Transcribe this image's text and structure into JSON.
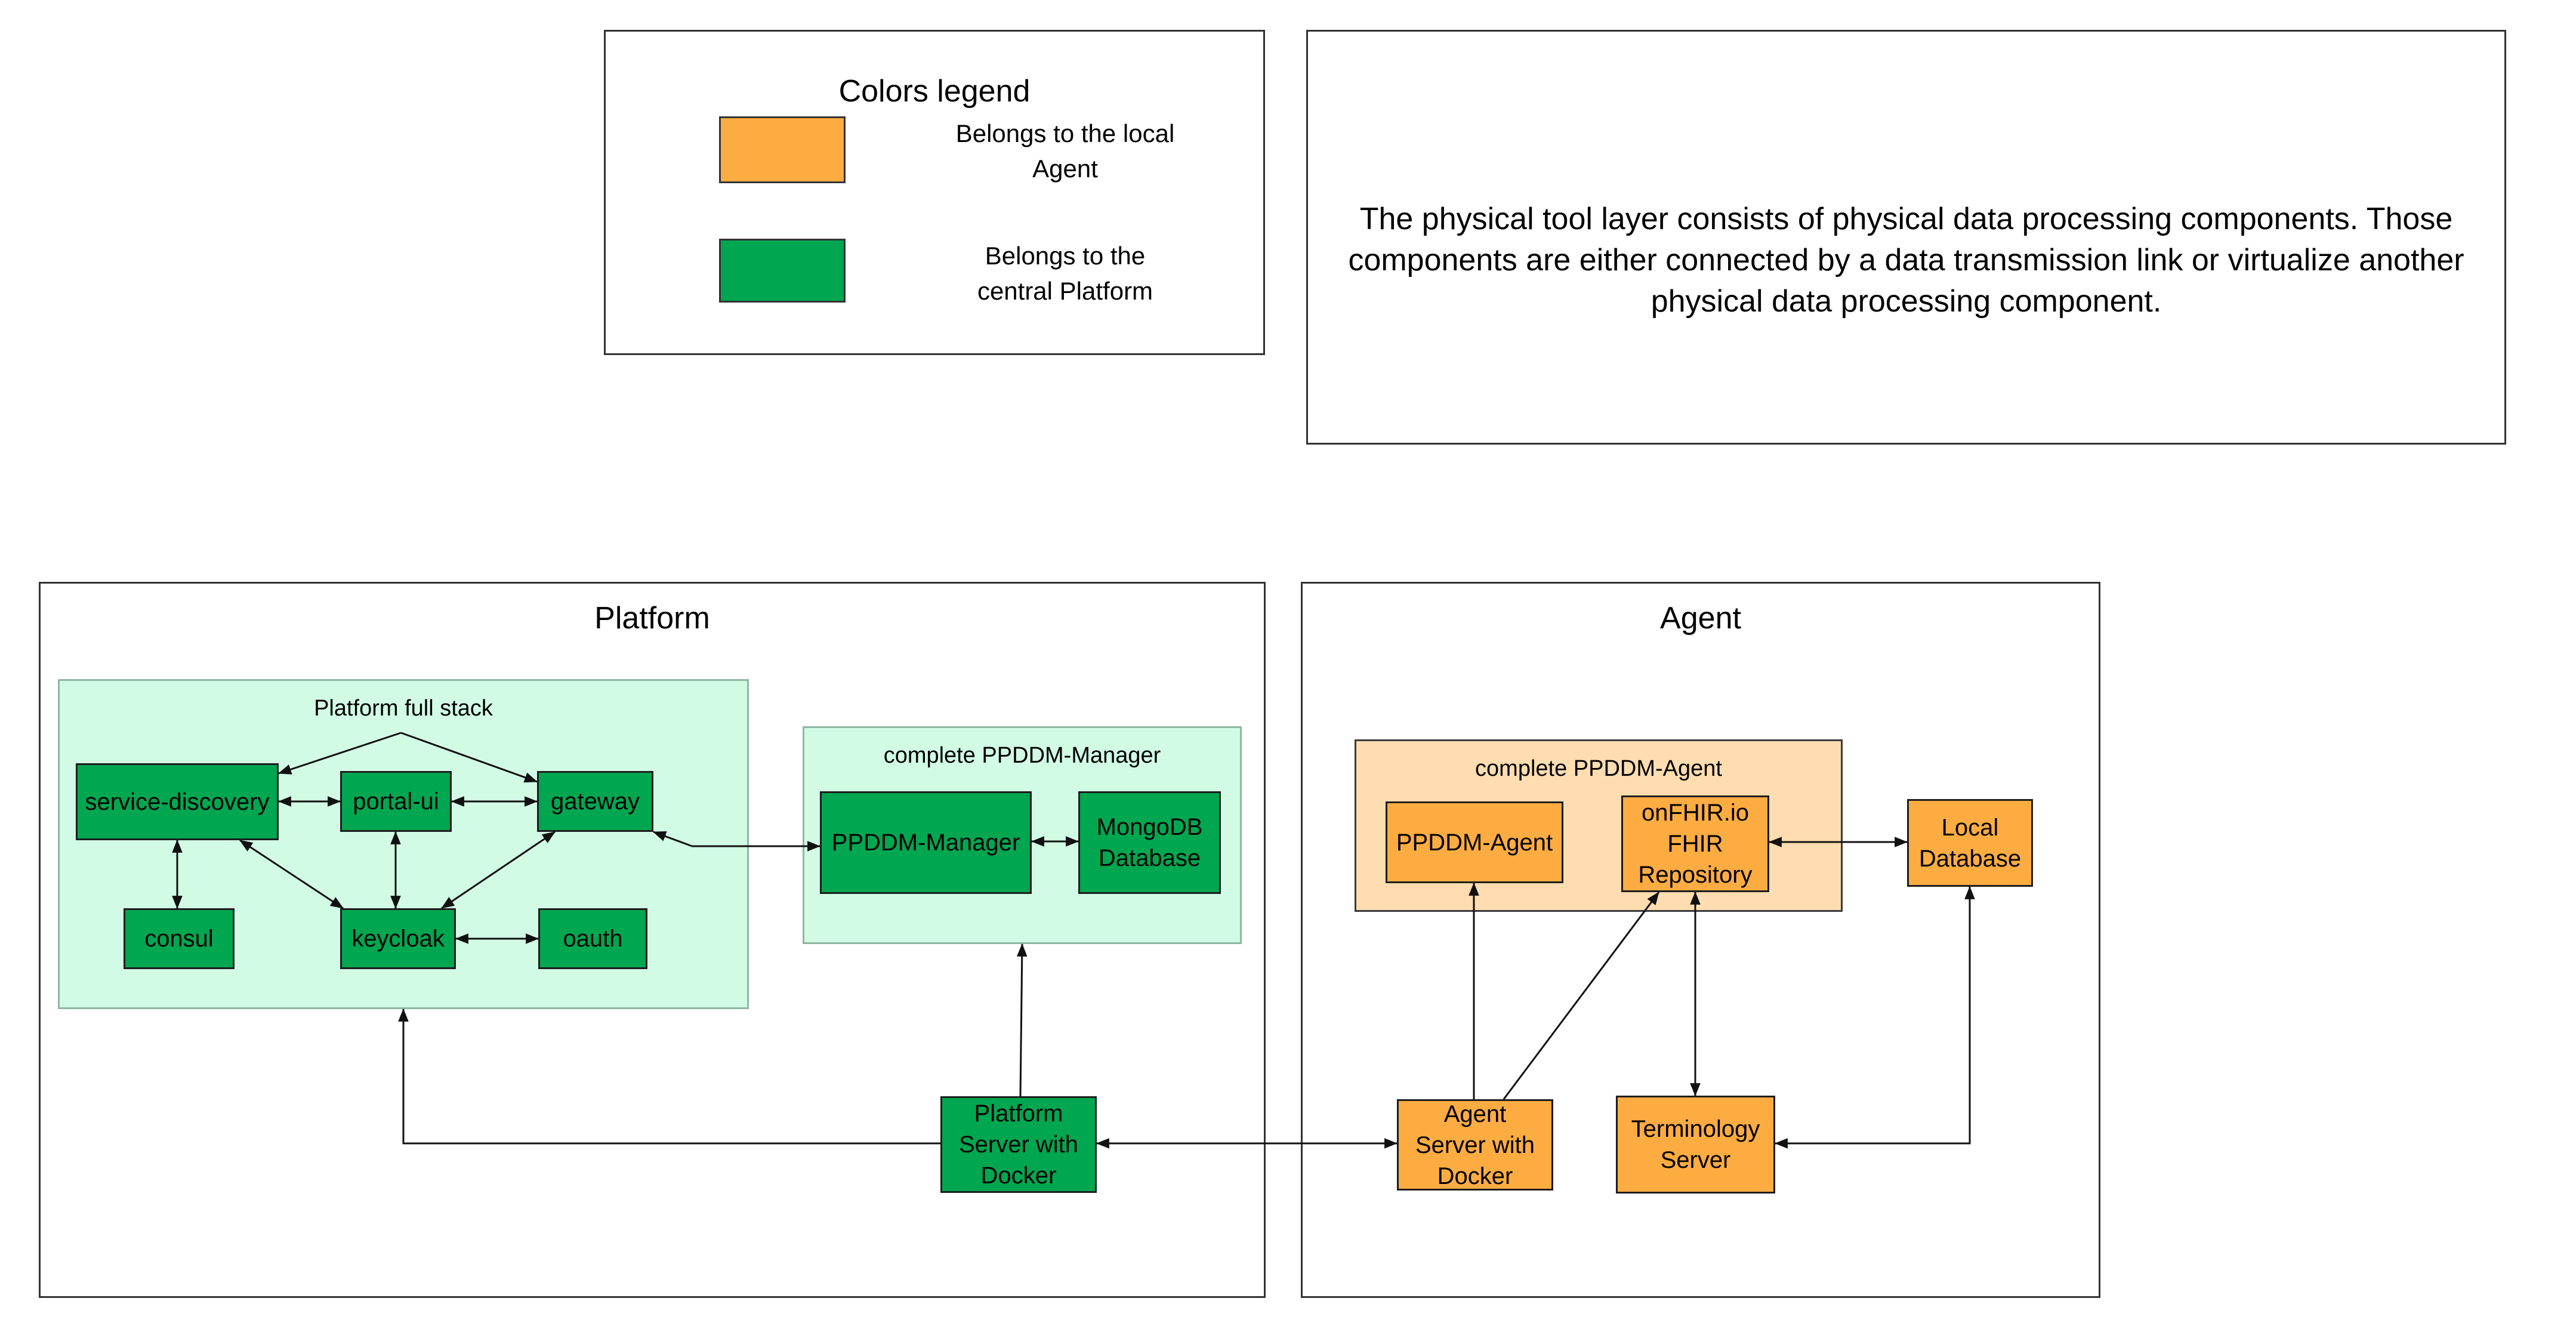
{
  "legend": {
    "title": "Colors legend",
    "items": [
      {
        "color": "#fdac42",
        "label": "Belongs to the local\nAgent"
      },
      {
        "color": "#00a650",
        "label": "Belongs to the\ncentral Platform"
      }
    ]
  },
  "description": "The physical tool layer consists of physical data processing components. Those components are either connected by a data transmission link or virtualize another physical data processing component.",
  "platform": {
    "title": "Platform",
    "full_stack": {
      "title": "Platform full stack",
      "nodes": {
        "service_discovery": "service-discovery",
        "portal_ui": "portal-ui",
        "gateway": "gateway",
        "consul": "consul",
        "keycloak": "keycloak",
        "oauth": "oauth"
      }
    },
    "manager_group": {
      "title": "complete PPDDM-Manager",
      "nodes": {
        "ppddm_manager": "PPDDM-Manager",
        "mongodb": "MongoDB\nDatabase"
      }
    },
    "server": "Platform\nServer with\nDocker"
  },
  "agent": {
    "title": "Agent",
    "agent_group": {
      "title": "complete PPDDM-Agent",
      "nodes": {
        "ppddm_agent": "PPDDM-Agent",
        "onfhir": "onFHIR.io\nFHIR\nRepository"
      }
    },
    "local_database": "Local\nDatabase",
    "server": "Agent\nServer with\nDocker",
    "terminology_server": "Terminology\nServer"
  },
  "colors": {
    "platform_green": "#00a650",
    "agent_orange": "#fdac42",
    "group_light_green": "#d2fbe5",
    "group_light_orange": "#ffddb0"
  }
}
